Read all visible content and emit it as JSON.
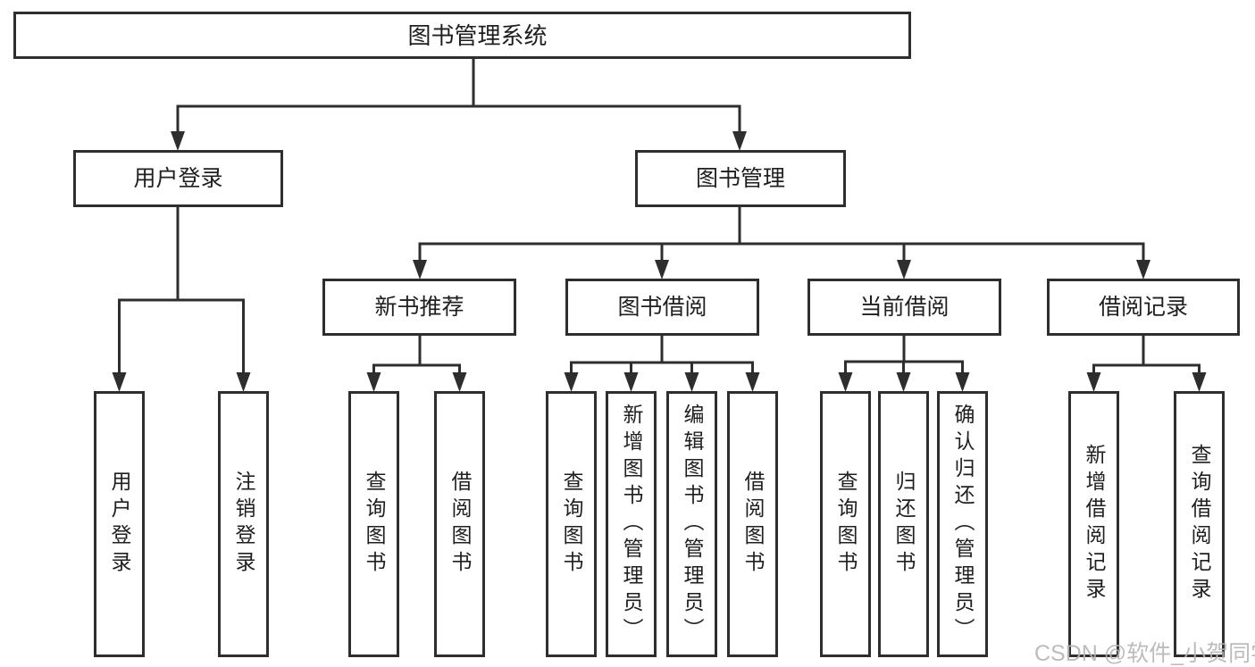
{
  "diagram": {
    "root": {
      "label": "图书管理系统"
    },
    "branches": [
      {
        "label": "用户登录",
        "leaves": [
          {
            "label": "用户登录"
          },
          {
            "label": "注销登录"
          }
        ]
      },
      {
        "label": "图书管理",
        "sections": [
          {
            "label": "新书推荐",
            "leaves": [
              {
                "label": "查询图书"
              },
              {
                "label": "借阅图书"
              }
            ]
          },
          {
            "label": "图书借阅",
            "leaves": [
              {
                "label": "查询图书"
              },
              {
                "label": "新增图书（管理员）"
              },
              {
                "label": "编辑图书（管理员）"
              },
              {
                "label": "借阅图书"
              }
            ]
          },
          {
            "label": "当前借阅",
            "leaves": [
              {
                "label": "查询图书"
              },
              {
                "label": "归还图书"
              },
              {
                "label": "确认归还（管理员）"
              }
            ]
          },
          {
            "label": "借阅记录",
            "leaves": [
              {
                "label": "新增借阅记录"
              },
              {
                "label": "查询借阅记录"
              }
            ]
          }
        ]
      }
    ]
  },
  "watermark": {
    "text": "CSDN @软件_小贺同学"
  },
  "colors": {
    "line": "#2e2e2e",
    "text": "#1f1f1f",
    "watermark": "#b5b5b5",
    "background": "#ffffff"
  }
}
